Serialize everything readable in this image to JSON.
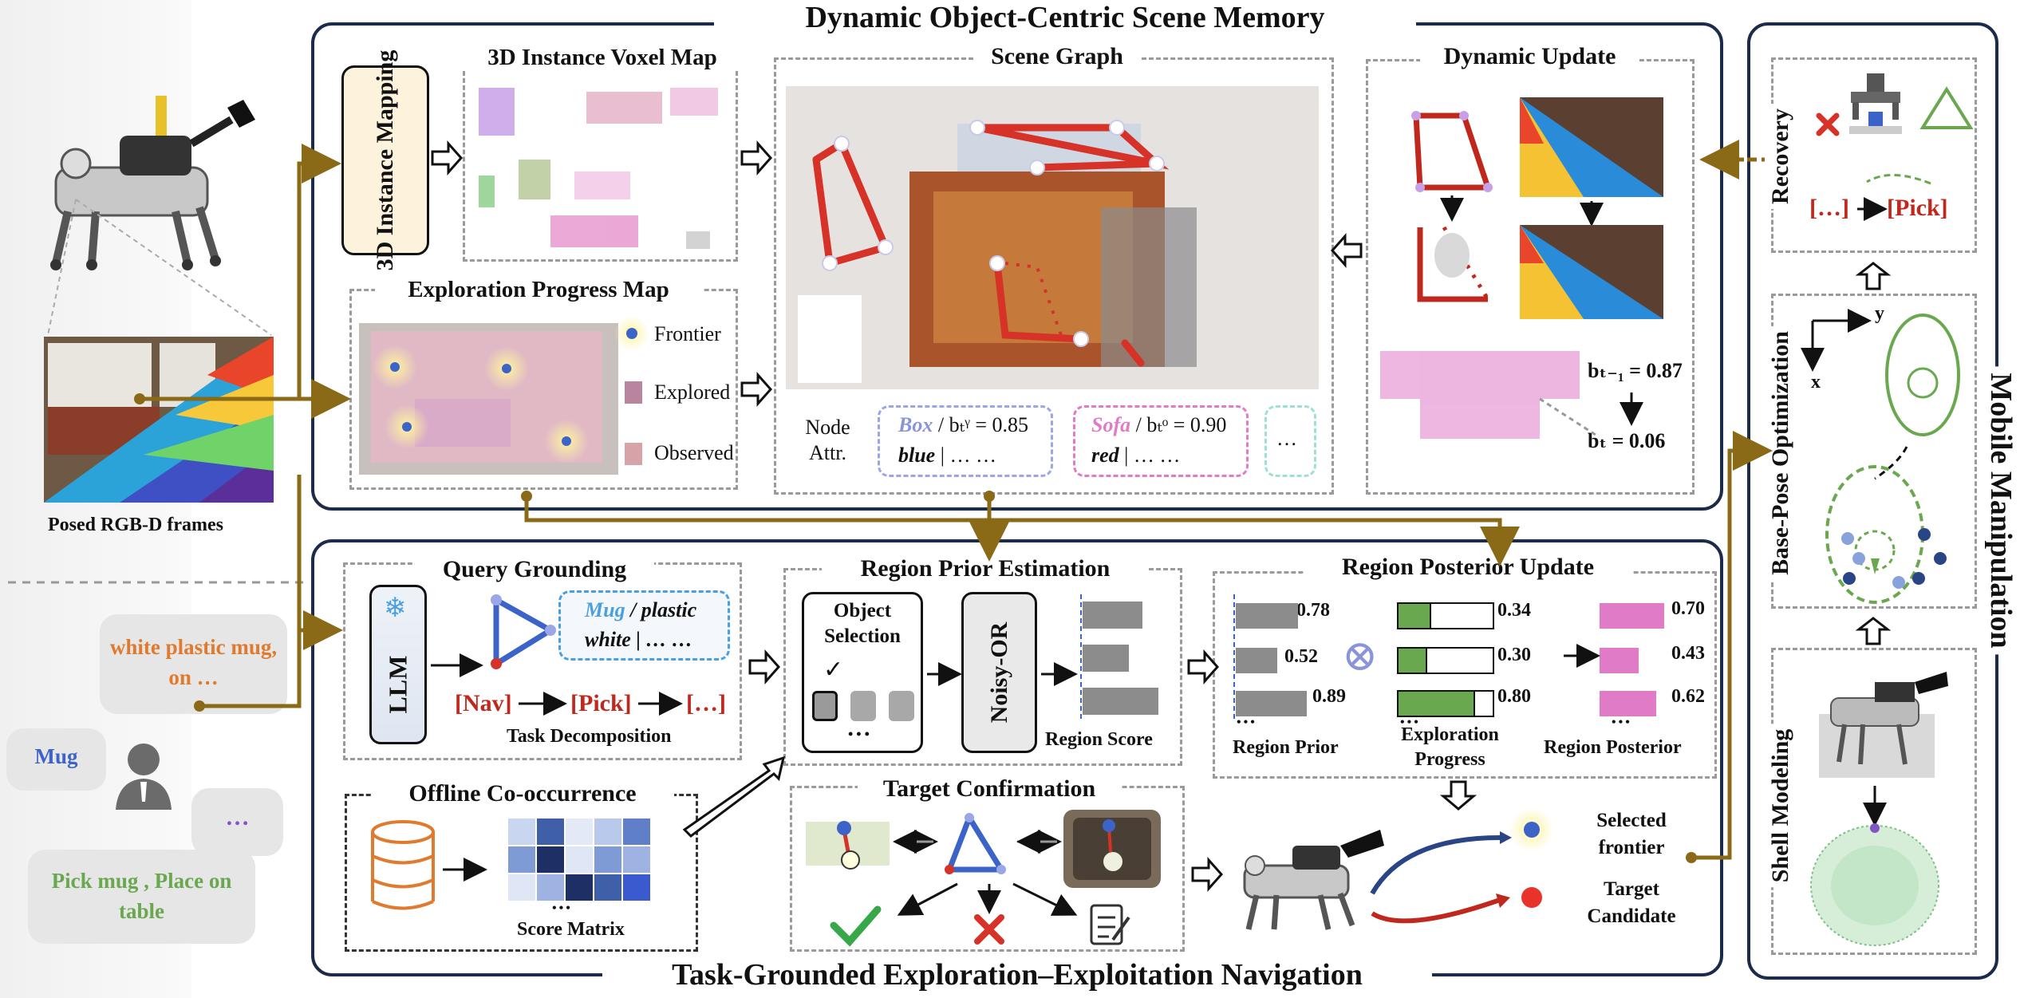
{
  "titles": {
    "memory": "Dynamic Object-Centric Scene Memory",
    "navigation": "Task-Grounded Exploration–Exploitation Navigation",
    "manipulation": "Mobile Manipulation"
  },
  "left": {
    "frames_label": "Posed RGB-D frames",
    "bubble_instruction": "white plastic mug, on …",
    "bubble_object": "Mug",
    "bubble_more": "…",
    "bubble_task": "Pick mug , Place on table"
  },
  "memory": {
    "instance_mapping": "3D Instance Mapping",
    "voxel_map_title": "3D Instance Voxel Map",
    "exploration_map_title": "Exploration Progress Map",
    "legend": {
      "frontier": "Frontier",
      "explored": "Explored",
      "observed": "Observed"
    },
    "scene_graph_title": "Scene Graph",
    "node_attr_label": "Node Attr.",
    "node1": {
      "name": "Box",
      "belief": "/ bₜᵞ = 0.85",
      "attr": "blue",
      "rest": "| … …"
    },
    "node2": {
      "name": "Sofa",
      "belief": "/ bₜᵒ = 0.90",
      "attr": "red",
      "rest": "| … …"
    },
    "node3": "…",
    "dynamic_update_title": "Dynamic Update",
    "belief_prev": "bₜ₋₁ = 0.87",
    "belief_curr": "bₜ = 0.06"
  },
  "query": {
    "title": "Query Grounding",
    "llm": "LLM",
    "node_text_name": "Mug",
    "node_text_attr1": "/ plastic",
    "node_text_attr2": "white | … …",
    "task_nav": "[Nav]",
    "task_pick": "[Pick]",
    "task_more": "[…]",
    "task_decomp": "Task Decomposition"
  },
  "prior": {
    "title": "Region Prior Estimation",
    "object_selection": "Object Selection",
    "check": "✓",
    "dots": "•••",
    "noisy_or": "Noisy-OR",
    "region_score": "Region Score"
  },
  "posterior": {
    "title": "Region Posterior Update",
    "prior_label": "Region Prior",
    "exploration_label": "Exploration Progress",
    "posterior_label": "Region Posterior",
    "prior_values": [
      0.78,
      0.52,
      0.89
    ],
    "exploration_values": [
      0.34,
      0.3,
      0.8
    ],
    "posterior_values": [
      0.7,
      0.43,
      0.62
    ],
    "prior_texts": [
      "0.78",
      "0.52",
      "0.89"
    ],
    "exploration_texts": [
      "0.34",
      "0.30",
      "0.80"
    ],
    "posterior_texts": [
      "0.70",
      "0.43",
      "0.62"
    ],
    "otimes": "⊗",
    "dots": "•••"
  },
  "offline": {
    "title": "Offline Co-occurrence",
    "score_matrix": "Score Matrix",
    "dots": "•••"
  },
  "target": {
    "title": "Target Confirmation"
  },
  "nav_out": {
    "selected": "Selected frontier",
    "target_candidate": "Target Candidate"
  },
  "manip": {
    "recovery": "Recovery",
    "recovery_seq_more": "[…]",
    "recovery_seq_pick": "[Pick]",
    "base_pose": "Base-Pose Optimization",
    "axis_y": "y",
    "axis_x": "x",
    "shell": "Shell Modeling"
  },
  "colors": {
    "navy": "#1d2b4a",
    "arrow_gold": "#8a6a16",
    "red": "#c0281e",
    "blue": "#3c64c8",
    "green": "#6aa84f",
    "pink": "#e07bc8",
    "grey_bar": "#8c8c8c",
    "orange": "#e07a2e",
    "purple": "#7e57c2"
  }
}
